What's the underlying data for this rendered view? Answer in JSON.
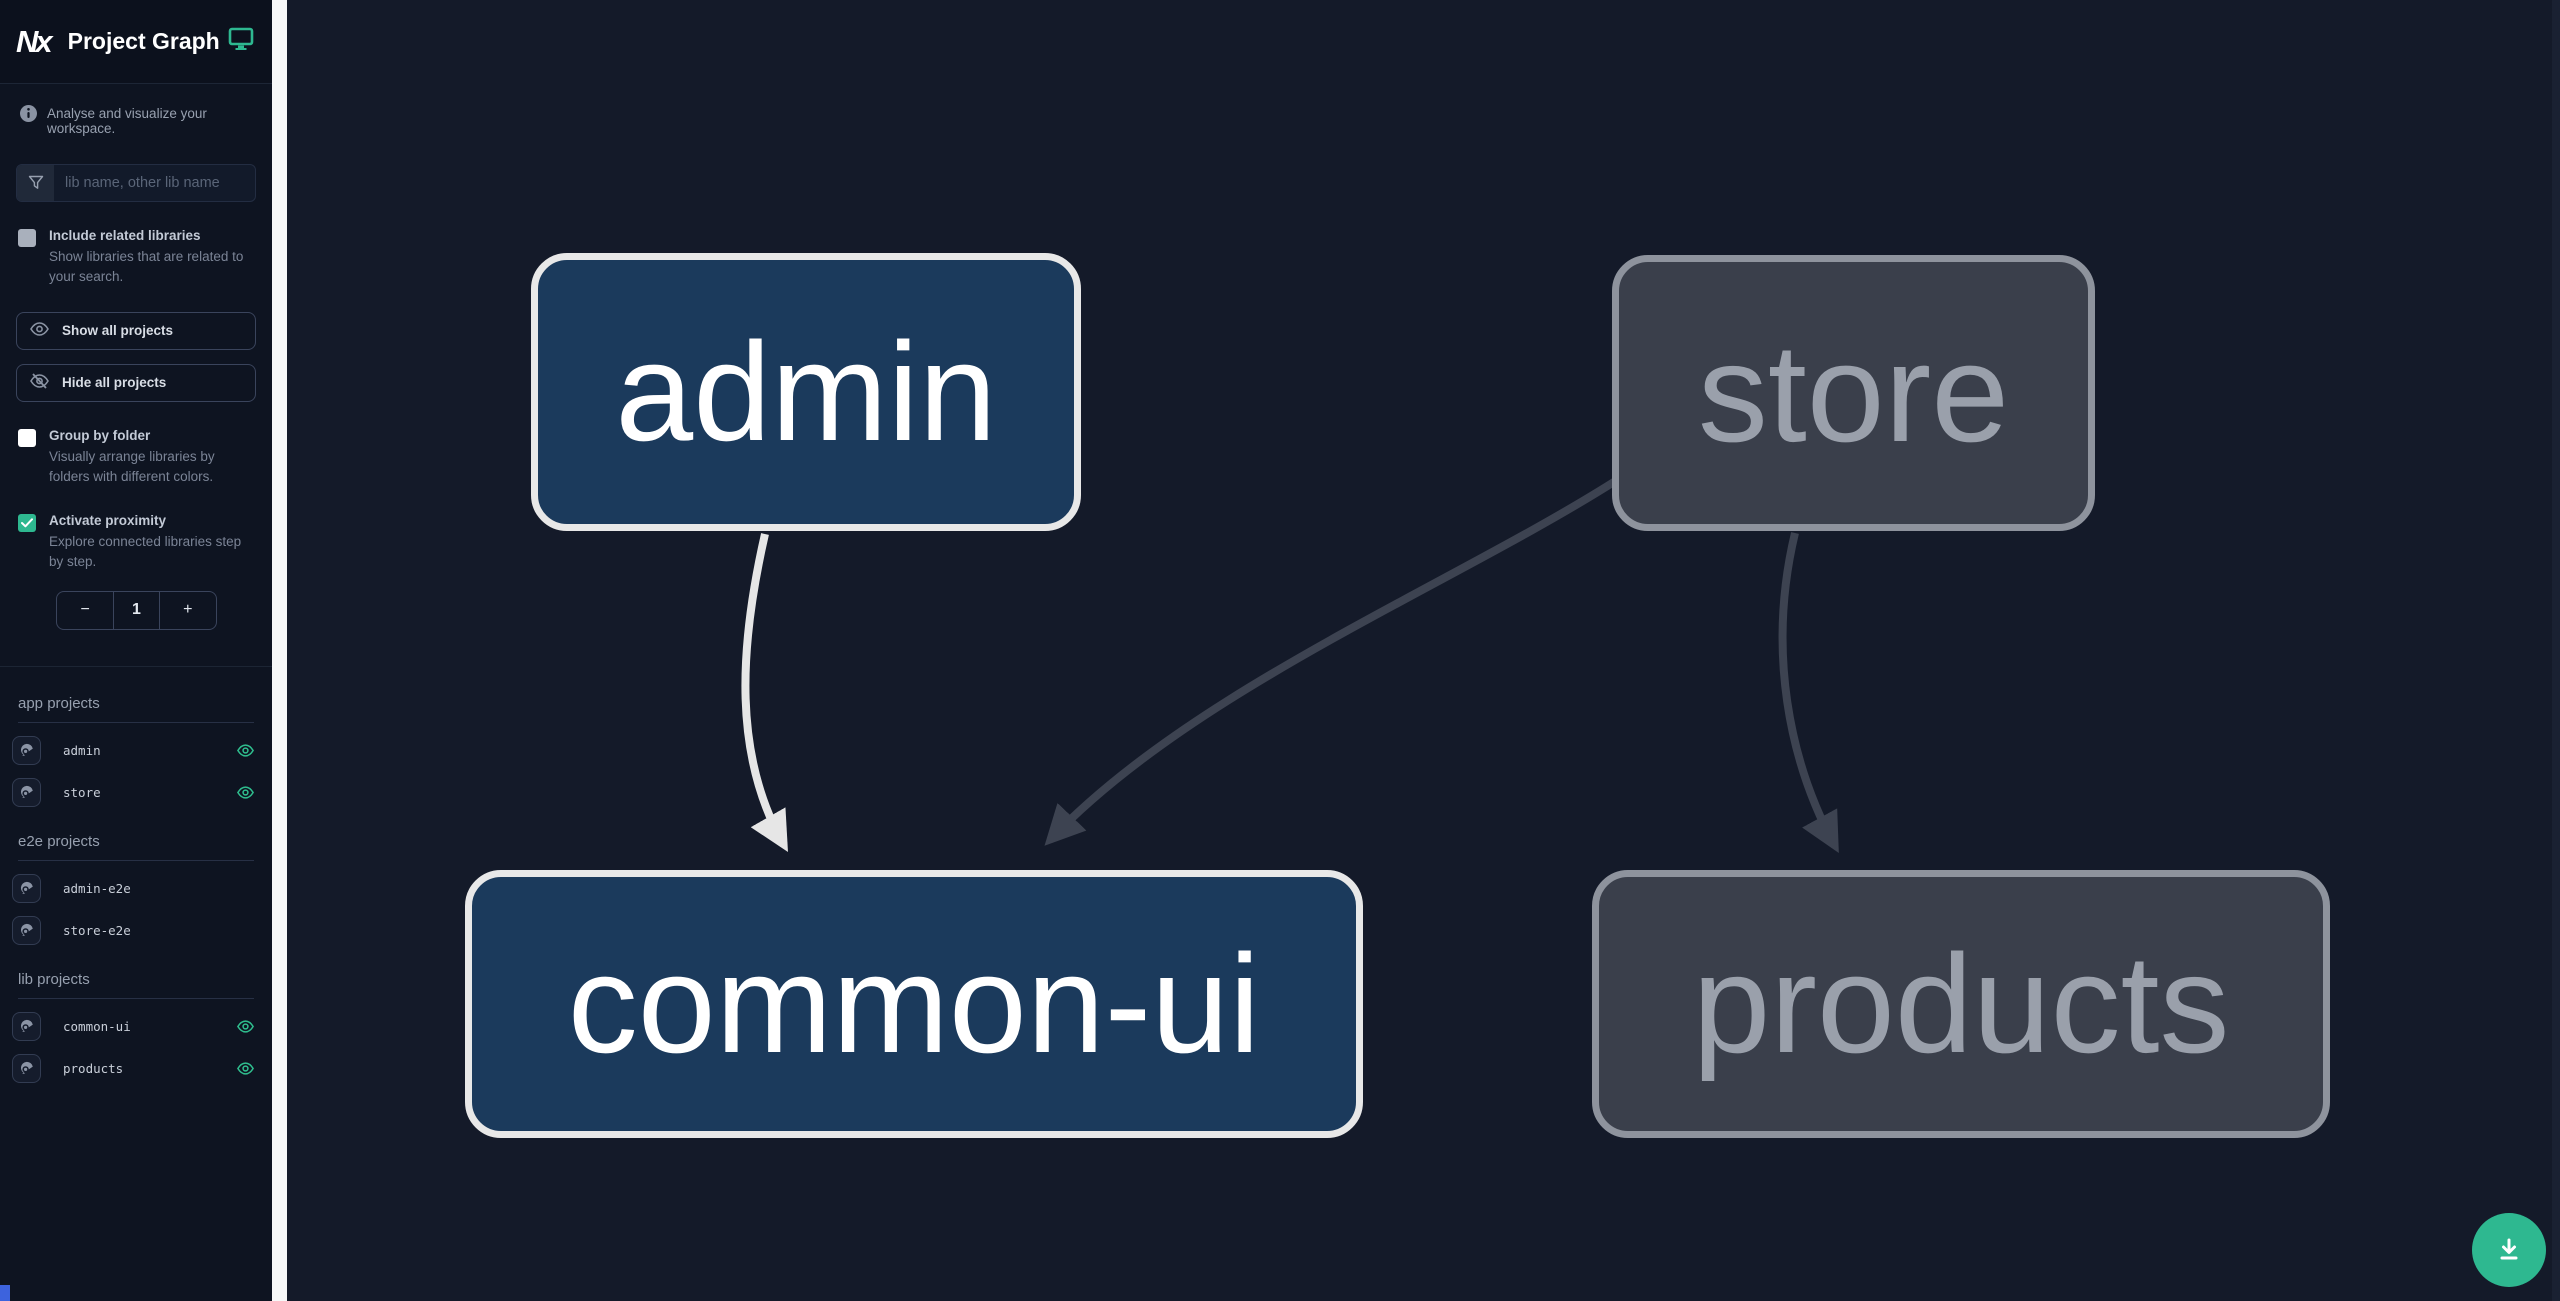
{
  "header": {
    "logo_text": "Nx",
    "app_title": "Project Graph"
  },
  "sidebar": {
    "tagline": "Analyse and visualize your workspace.",
    "search_placeholder": "lib name, other lib name",
    "include_related": {
      "label": "Include related libraries",
      "description": "Show libraries that are related to your search.",
      "checked": false
    },
    "show_all_label": "Show all projects",
    "hide_all_label": "Hide all projects",
    "group_by_folder": {
      "label": "Group by folder",
      "description": "Visually arrange libraries by folders with different colors.",
      "checked": false
    },
    "activate_proximity": {
      "label": "Activate proximity",
      "description": "Explore connected libraries step by step.",
      "checked": true
    },
    "proximity": {
      "decrement": "−",
      "value": "1",
      "increment": "+"
    },
    "sections": [
      {
        "title": "app projects",
        "items": [
          {
            "name": "admin",
            "eye_visible": true
          },
          {
            "name": "store",
            "eye_visible": true
          }
        ]
      },
      {
        "title": "e2e projects",
        "items": [
          {
            "name": "admin-e2e",
            "eye_visible": false
          },
          {
            "name": "store-e2e",
            "eye_visible": false
          }
        ]
      },
      {
        "title": "lib projects",
        "items": [
          {
            "name": "common-ui",
            "eye_visible": true
          },
          {
            "name": "products",
            "eye_visible": true
          }
        ]
      }
    ]
  },
  "graph": {
    "nodes": [
      {
        "label": "admin",
        "state": "focused"
      },
      {
        "label": "store",
        "state": "unfocused"
      },
      {
        "label": "common-ui",
        "state": "focused"
      },
      {
        "label": "products",
        "state": "unfocused"
      }
    ],
    "edges": [
      {
        "source": "admin",
        "target": "common-ui",
        "state": "highlighted"
      },
      {
        "source": "store",
        "target": "common-ui",
        "state": "dimmed"
      },
      {
        "source": "store",
        "target": "products",
        "state": "dimmed"
      }
    ]
  },
  "icons": {
    "logo": "nx-logo",
    "header_right": "monitor-icon",
    "tagline": "info-icon",
    "search": "funnel-icon",
    "show_all": "eye-icon",
    "hide_all": "eye-off-icon",
    "project_item_left": "focus-project-icon",
    "project_item_right": "eye-icon",
    "floating_action": "download-icon"
  },
  "colors": {
    "accent_teal": "#2eb890",
    "eye_icon_green": "#2fbe8e",
    "focused_node_fill": "#1b3a5c",
    "focused_node_border": "#e8e8e8",
    "unfocused_node_fill": "#3a3f4b",
    "unfocused_node_border": "#8e939d",
    "highlighted_edge": "#e6e6e6",
    "dimmed_edge": "#3d4351",
    "sidebar_bg": "#0e1421",
    "canvas_bg": "#141a29",
    "scroll_thumb_blue": "#3d63dd"
  }
}
